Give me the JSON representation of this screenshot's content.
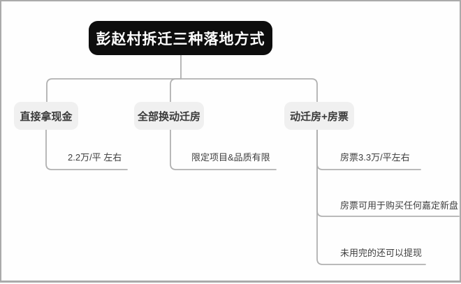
{
  "diagram": {
    "title": "彭赵村拆迁三种落地方式",
    "root": {
      "label": "彭赵村拆迁三种落地方式"
    },
    "branches": [
      {
        "label": "直接拿现金",
        "children": [
          "2.2万/平 左右"
        ]
      },
      {
        "label": "全部换动迁房",
        "children": [
          "限定项目&品质有限"
        ]
      },
      {
        "label": "动迁房+房票",
        "children": [
          "房票3.3万/平左右",
          "房票可用于购买任何嘉定新盘",
          "未用完的还可以提现"
        ]
      }
    ],
    "colors": {
      "root_bg": "#0d0d0d",
      "root_text": "#ffffff",
      "branch_bg": "#f0f0f0",
      "branch_text": "#3a3a3a",
      "sub_text": "#3e3e3e",
      "connector": "#b0b0b0",
      "canvas_bg": "#fefefe",
      "frame_border": "#aaaaaa"
    }
  }
}
